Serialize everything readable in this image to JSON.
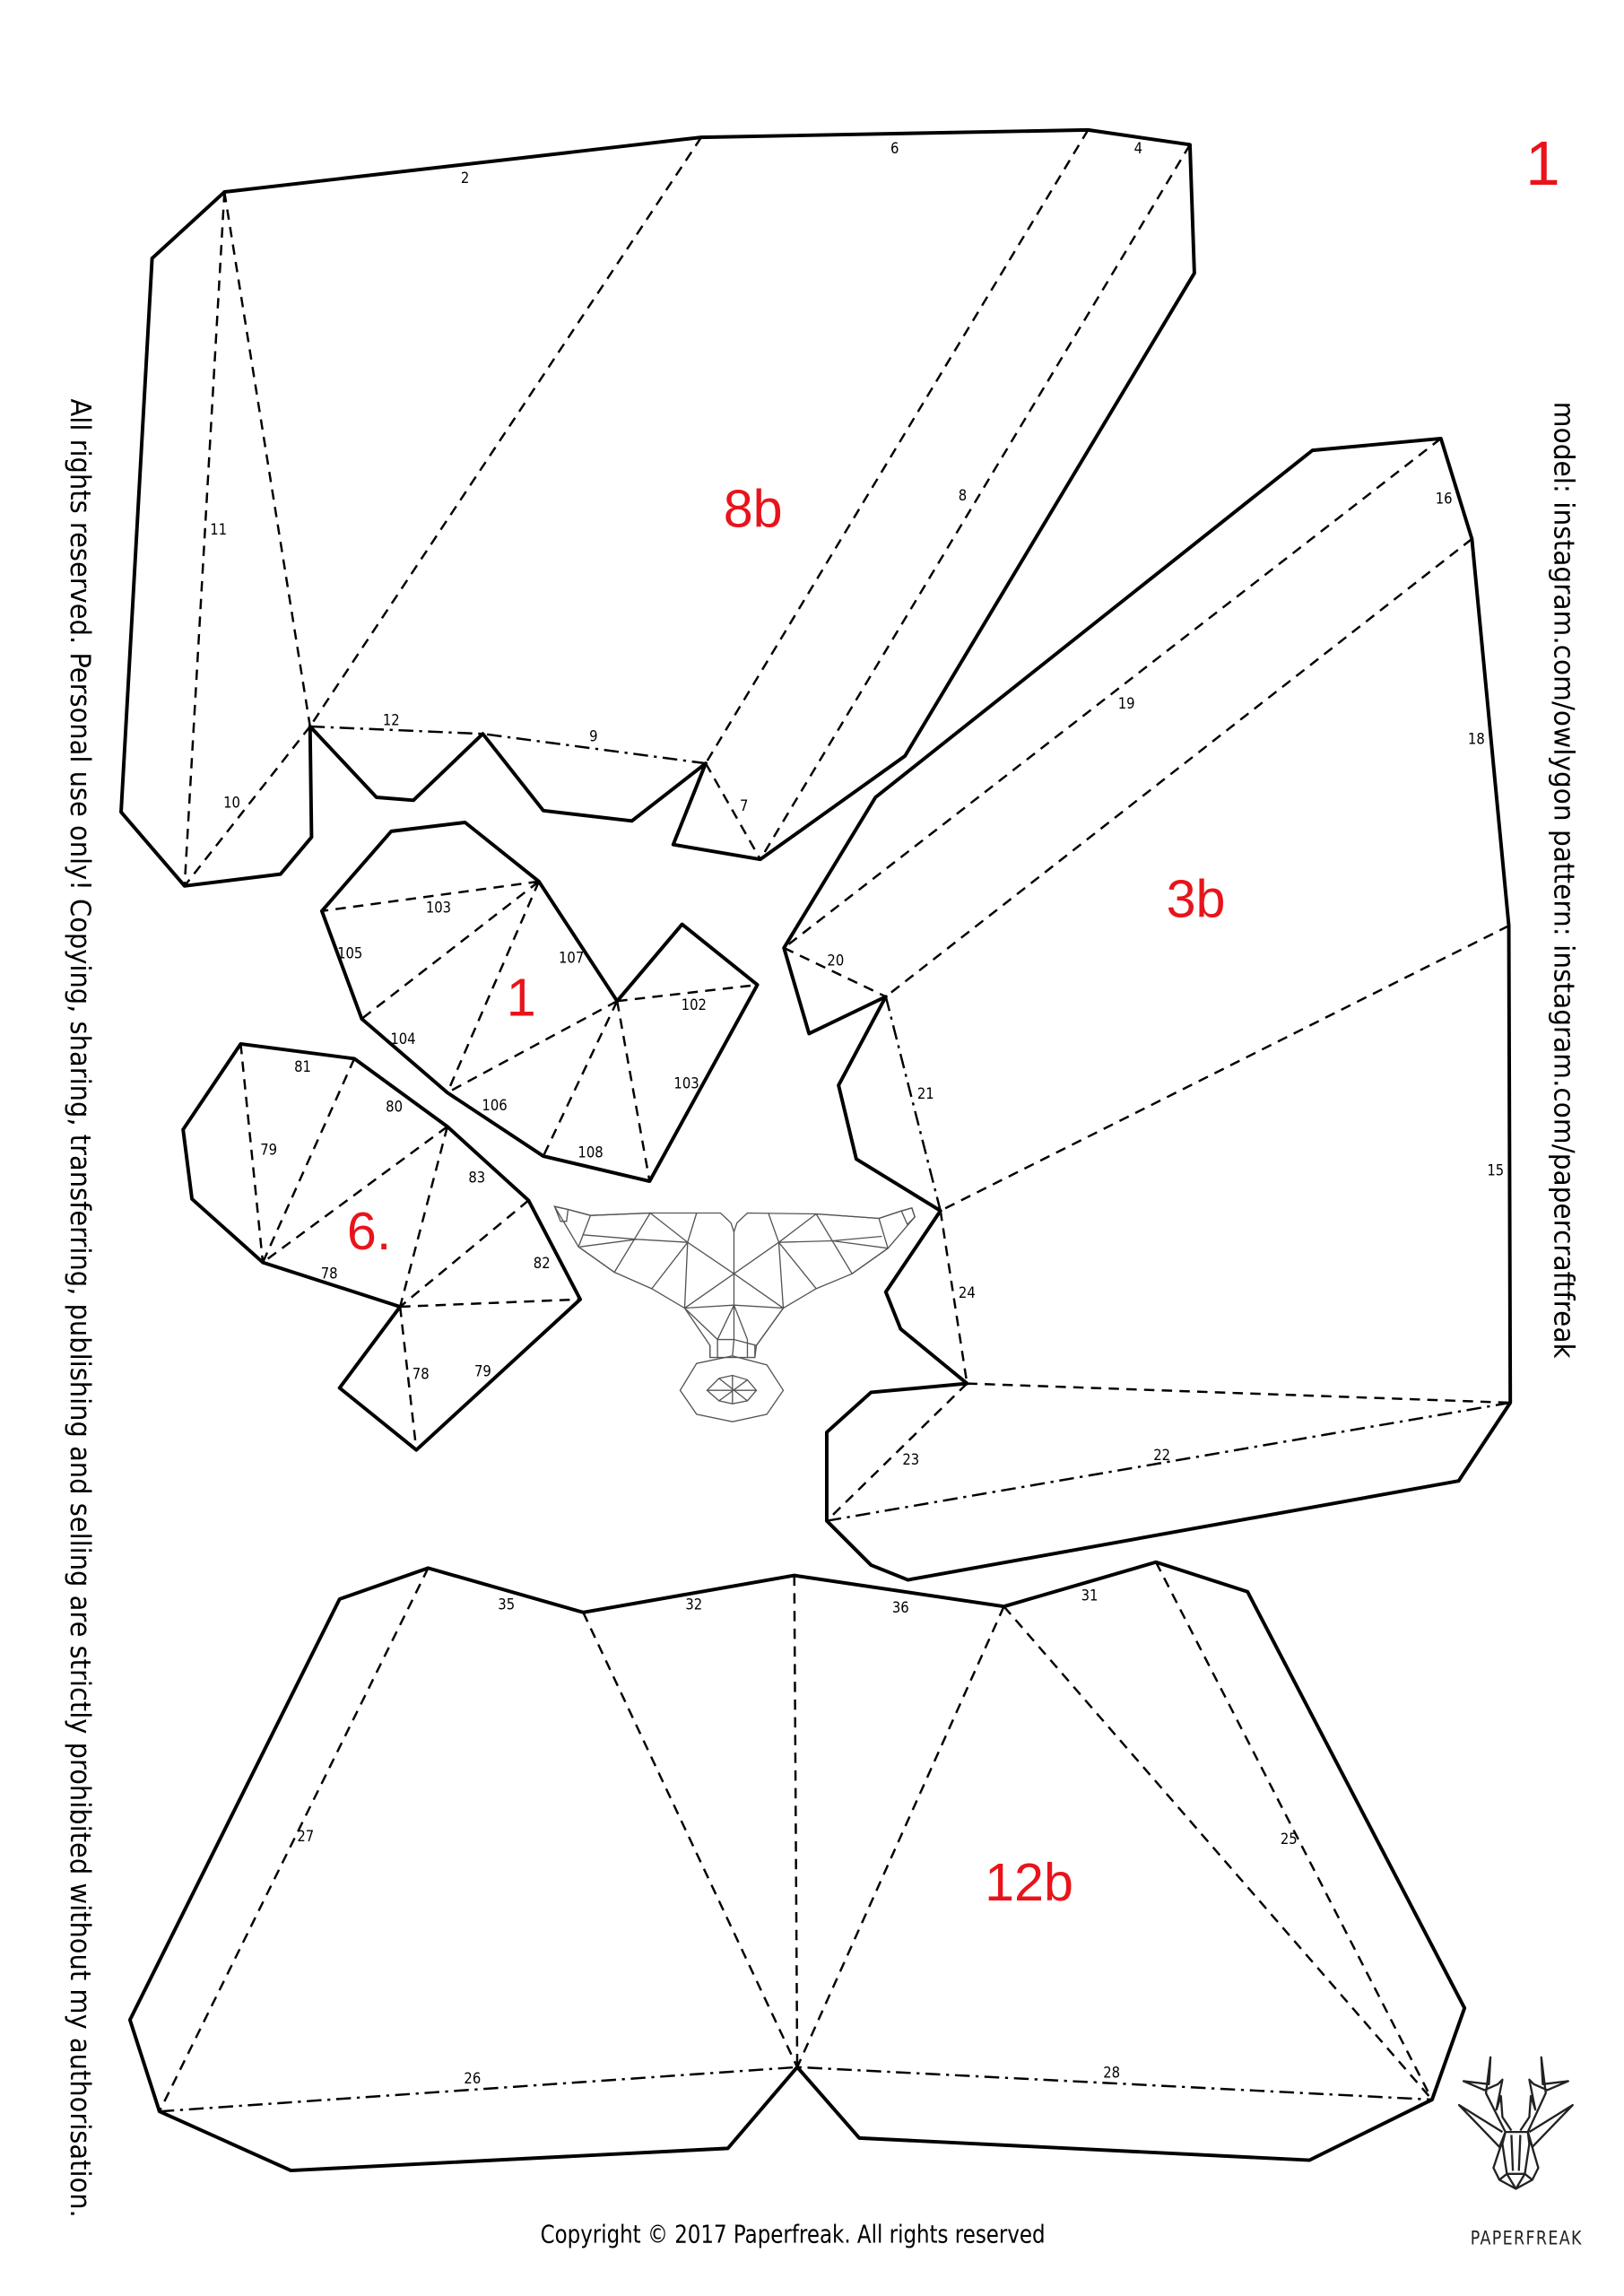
{
  "page_number": "1",
  "credits": "model: instagram.com/owlygon pattern:  instagram.com/papercraftfreak",
  "rights_notice": "All rights reserved. Personal use only! Copying, sharing, transferring, publishing and selling are strictly prohibited without my authorisation.",
  "copyright": "Copyright © 2017 Paperfreak. All rights reserved",
  "logo": {
    "brand": "PAPERFREAK"
  },
  "colors": {
    "piece_label": "#e8141b",
    "owl_highlight": "#f47c7c",
    "owl_dark": "#777777"
  },
  "pieces": {
    "p8b": {
      "name": "8b",
      "labels": [
        "2",
        "6",
        "4",
        "11",
        "8",
        "12",
        "9",
        "7",
        "10"
      ]
    },
    "p3b": {
      "name": "3b",
      "labels": [
        "16",
        "19",
        "18",
        "20",
        "21",
        "15",
        "24",
        "22",
        "23"
      ]
    },
    "p1": {
      "name": "1",
      "labels": [
        "103",
        "105",
        "107",
        "102",
        "104",
        "103",
        "106",
        "108"
      ]
    },
    "p6": {
      "name": "6.",
      "labels": [
        "81",
        "79",
        "80",
        "83",
        "82",
        "78",
        "78",
        "79"
      ]
    },
    "p12b": {
      "name": "12b",
      "labels": [
        "35",
        "32",
        "36",
        "31",
        "27",
        "25",
        "26",
        "28"
      ]
    }
  }
}
